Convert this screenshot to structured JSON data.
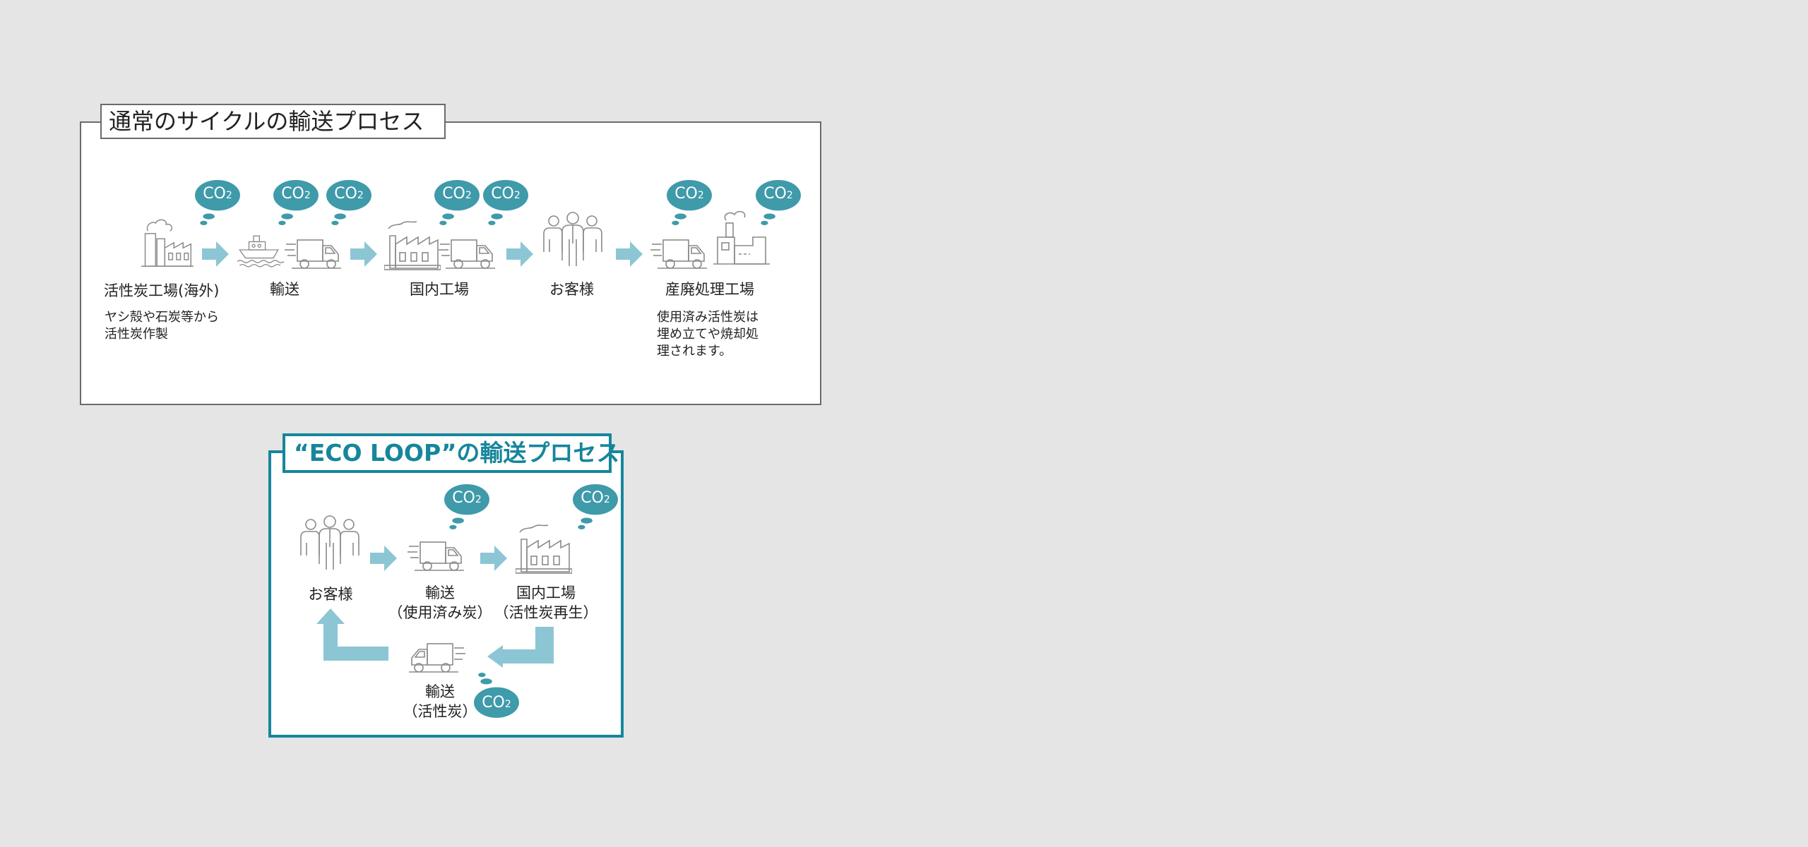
{
  "normal_cycle": {
    "title": "通常のサイクルの輸送プロセス",
    "steps": [
      {
        "label": "活性炭工場(海外)",
        "note_lines": [
          "ヤシ殻や石炭等から",
          "活性炭作製"
        ]
      },
      {
        "label": "輸送"
      },
      {
        "label": "国内工場"
      },
      {
        "label": "お客様"
      },
      {
        "label": "産廃処理工場",
        "note_lines": [
          "使用済み活性炭は",
          "埋め立てや焼却処",
          "理されます。"
        ]
      }
    ]
  },
  "eco_loop": {
    "title": "“ECO LOOP”の輸送プロセス",
    "steps": [
      {
        "label_lines": [
          "お客様"
        ]
      },
      {
        "label_lines": [
          "輸送",
          "（使用済み炭）"
        ]
      },
      {
        "label_lines": [
          "国内工場",
          "（活性炭再生）"
        ]
      },
      {
        "label_lines": [
          "輸送",
          "（活性炭）"
        ]
      }
    ]
  },
  "co2_label": "CO",
  "co2_subscript": "2",
  "colors": {
    "co2_bubble": "#3f9aaa",
    "arrow": "#8cc6d4",
    "eco_border": "#16869b",
    "icon_stroke": "#8a8a8a"
  },
  "icons": [
    "factory-icon",
    "ship-icon",
    "truck-icon",
    "people-icon",
    "incinerator-icon"
  ]
}
